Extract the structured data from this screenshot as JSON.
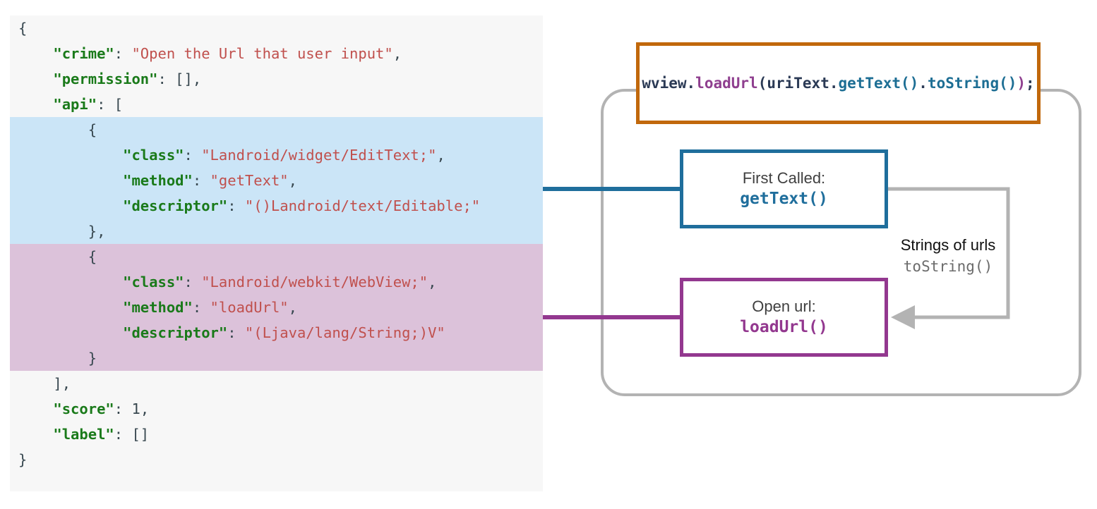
{
  "code_panel": {
    "language": "json",
    "lines": [
      {
        "indent": 0,
        "highlight": "none",
        "tokens": [
          {
            "t": "{",
            "c": "p"
          }
        ]
      },
      {
        "indent": 1,
        "highlight": "none",
        "tokens": [
          {
            "t": "\"crime\"",
            "c": "k"
          },
          {
            "t": ": ",
            "c": "p"
          },
          {
            "t": "\"Open the Url that user input\"",
            "c": "s"
          },
          {
            "t": ",",
            "c": "p"
          }
        ]
      },
      {
        "indent": 1,
        "highlight": "none",
        "tokens": [
          {
            "t": "\"permission\"",
            "c": "k"
          },
          {
            "t": ": [],",
            "c": "p"
          }
        ]
      },
      {
        "indent": 1,
        "highlight": "none",
        "tokens": [
          {
            "t": "\"api\"",
            "c": "k"
          },
          {
            "t": ": [",
            "c": "p"
          }
        ]
      },
      {
        "indent": 2,
        "highlight": "blue",
        "tokens": [
          {
            "t": "{",
            "c": "p"
          }
        ]
      },
      {
        "indent": 3,
        "highlight": "blue",
        "tokens": [
          {
            "t": "\"class\"",
            "c": "k"
          },
          {
            "t": ": ",
            "c": "p"
          },
          {
            "t": "\"Landroid/widget/EditText;\"",
            "c": "s"
          },
          {
            "t": ",",
            "c": "p"
          }
        ]
      },
      {
        "indent": 3,
        "highlight": "blue",
        "tokens": [
          {
            "t": "\"method\"",
            "c": "k"
          },
          {
            "t": ": ",
            "c": "p"
          },
          {
            "t": "\"getText\"",
            "c": "s"
          },
          {
            "t": ",",
            "c": "p"
          }
        ]
      },
      {
        "indent": 3,
        "highlight": "blue",
        "tokens": [
          {
            "t": "\"descriptor\"",
            "c": "k"
          },
          {
            "t": ": ",
            "c": "p"
          },
          {
            "t": "\"()Landroid/text/Editable;\"",
            "c": "s"
          }
        ]
      },
      {
        "indent": 2,
        "highlight": "blue",
        "tokens": [
          {
            "t": "},",
            "c": "p"
          }
        ]
      },
      {
        "indent": 2,
        "highlight": "pink",
        "tokens": [
          {
            "t": "{",
            "c": "p"
          }
        ]
      },
      {
        "indent": 3,
        "highlight": "pink",
        "tokens": [
          {
            "t": "\"class\"",
            "c": "k"
          },
          {
            "t": ": ",
            "c": "p"
          },
          {
            "t": "\"Landroid/webkit/WebView;\"",
            "c": "s"
          },
          {
            "t": ",",
            "c": "p"
          }
        ]
      },
      {
        "indent": 3,
        "highlight": "pink",
        "tokens": [
          {
            "t": "\"method\"",
            "c": "k"
          },
          {
            "t": ": ",
            "c": "p"
          },
          {
            "t": "\"loadUrl\"",
            "c": "s"
          },
          {
            "t": ",",
            "c": "p"
          }
        ]
      },
      {
        "indent": 3,
        "highlight": "pink",
        "tokens": [
          {
            "t": "\"descriptor\"",
            "c": "k"
          },
          {
            "t": ": ",
            "c": "p"
          },
          {
            "t": "\"(Ljava/lang/String;)V\"",
            "c": "s"
          }
        ]
      },
      {
        "indent": 2,
        "highlight": "pink",
        "tokens": [
          {
            "t": "}",
            "c": "p"
          }
        ]
      },
      {
        "indent": 1,
        "highlight": "none",
        "tokens": [
          {
            "t": "],",
            "c": "p"
          }
        ]
      },
      {
        "indent": 1,
        "highlight": "none",
        "tokens": [
          {
            "t": "\"score\"",
            "c": "k"
          },
          {
            "t": ": ",
            "c": "p"
          },
          {
            "t": "1",
            "c": "n"
          },
          {
            "t": ",",
            "c": "p"
          }
        ]
      },
      {
        "indent": 1,
        "highlight": "none",
        "tokens": [
          {
            "t": "\"label\"",
            "c": "k"
          },
          {
            "t": ": []",
            "c": "p"
          }
        ]
      },
      {
        "indent": 0,
        "highlight": "none",
        "tokens": [
          {
            "t": "}",
            "c": "p"
          }
        ]
      }
    ]
  },
  "diagram": {
    "orange_code_box": {
      "tokens": [
        {
          "t": "wview.",
          "c": "c-dark"
        },
        {
          "t": "loadUrl",
          "c": "c-purple"
        },
        {
          "t": "(uriText.",
          "c": "c-dark"
        },
        {
          "t": "getText()",
          "c": "c-teal"
        },
        {
          "t": ".",
          "c": "c-dark"
        },
        {
          "t": "toString()",
          "c": "c-teal"
        },
        {
          "t": ")",
          "c": "c-purple"
        },
        {
          "t": ";",
          "c": "c-dark"
        }
      ],
      "plain_text": "wview.loadUrl(uriText.getText().toString());",
      "border_color": "#c1680b"
    },
    "first_called_box": {
      "title": "First Called:",
      "method": "getText()",
      "border_color": "#1f6e9c"
    },
    "open_url_box": {
      "title": "Open url:",
      "method": "loadUrl()",
      "border_color": "#93388f"
    },
    "flow_label": {
      "line1": "Strings of urls",
      "line2": "toString()",
      "arrow_color": "#b3b3b3"
    },
    "container": {
      "border_color": "#b3b3b3"
    },
    "connectors": {
      "blue_color": "#1f6e9c",
      "purple_color": "#93388f"
    }
  },
  "colors": {
    "highlight_blue": "#cbe5f7",
    "highlight_pink": "#dcc2da",
    "panel_background": "#f7f7f7",
    "json_key": "#1a7a1a",
    "json_string": "#c0504d"
  }
}
